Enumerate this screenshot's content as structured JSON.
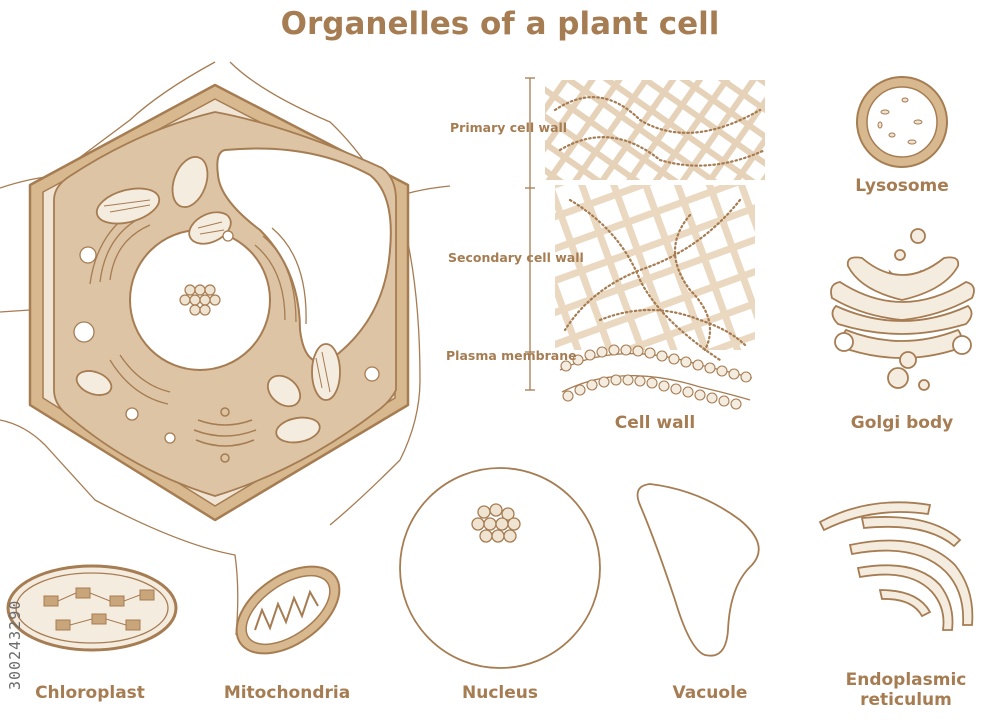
{
  "title": "Organelles of a plant cell",
  "colors": {
    "stroke": "#a67c52",
    "wall": "#d8b98f",
    "cytoplasm": "#efe3d2",
    "fill_light": "#f5ece0"
  },
  "cell_wall_layers": {
    "primary": "Primary cell wall",
    "secondary": "Secondary cell wall",
    "membrane": "Plasma membrane"
  },
  "labels": {
    "lysosome": "Lysosome",
    "cell_wall": "Cell wall",
    "golgi": "Golgi body",
    "chloroplast": "Chloroplast",
    "mitochondria": "Mitochondria",
    "nucleus": "Nucleus",
    "vacuole": "Vacuole",
    "er": "Endoplasmic reticulum"
  },
  "stock_id": "300243290"
}
